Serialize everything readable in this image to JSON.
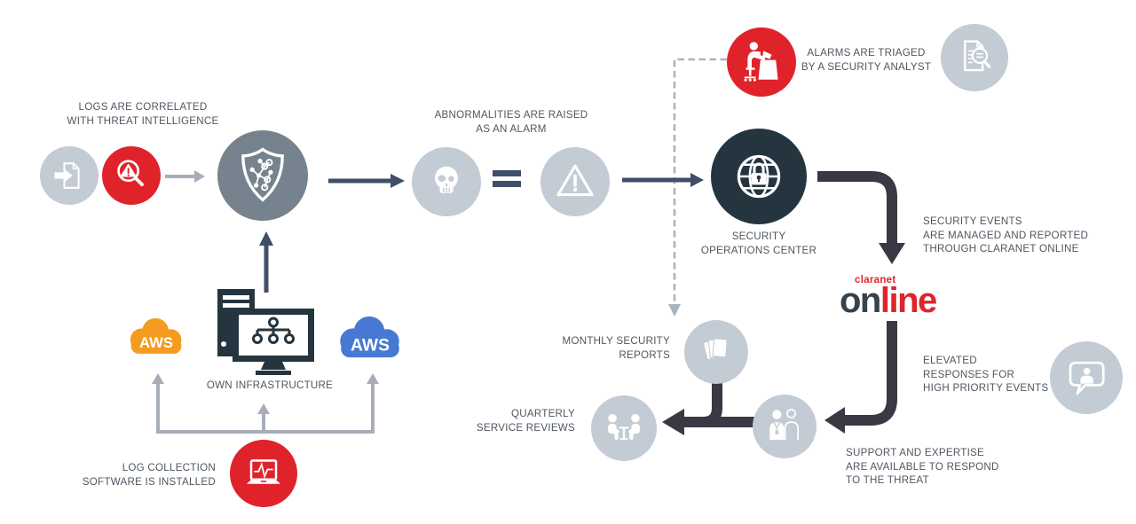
{
  "title": "Security Operations Center workflow diagram",
  "colors": {
    "background": "#ffffff",
    "circle_light": "#c3ccd4",
    "circle_slate": "#76838f",
    "circle_dark": "#253540",
    "accent_red": "#e0232b",
    "arrow_navy": "#3f4f68",
    "arrow_gray": "#a8aeb8",
    "arrow_charcoal": "#3b3743",
    "dashed_line": "#aab4bd",
    "text": "#4e5760",
    "logo_dark": "#36424c",
    "aws_orange": "#f49b20",
    "aws_blue": "#4879d2"
  },
  "labels": {
    "logs_correlated": "LOGS ARE CORRELATED\nWITH THREAT INTELLIGENCE",
    "abnormalities": "ABNORMALITIES ARE RAISED\nAS AN ALARM",
    "alarms_triaged": "ALARMS ARE TRIAGED\nBY A SECURITY ANALYST",
    "soc": "SECURITY\nOPERATIONS CENTER",
    "security_events": "SECURITY EVENTS\nARE MANAGED AND REPORTED\nTHROUGH CLARANET ONLINE",
    "elevated": "ELEVATED\nRESPONSES FOR\nHIGH PRIORITY EVENTS",
    "support": "SUPPORT AND EXPERTISE\nARE AVAILABLE TO RESPOND\nTO THE THREAT",
    "monthly": "MONTHLY SECURITY\nREPORTS",
    "quarterly": "QUARTERLY\nSERVICE REVIEWS",
    "own_infrastructure": "OWN INFRASTRUCTURE",
    "log_collection": "LOG COLLECTION\nSOFTWARE IS INSTALLED",
    "aws": "AWS"
  },
  "logo": {
    "brand": "claranet",
    "product_prefix": "on",
    "product_suffix": "line"
  },
  "icons": {
    "log_document": "document-import-icon",
    "threat_intel": "magnifier-alert-icon",
    "correlation_engine": "shield-network-icon",
    "threat": "skull-icon",
    "alarm": "warning-triangle-icon",
    "soc": "globe-lock-icon",
    "analyst": "analyst-desk-icon",
    "triage_report": "document-magnifier-icon",
    "monthly_reports": "stacked-documents-icon",
    "service_review": "meeting-table-icon",
    "support_team": "support-people-icon",
    "escalation": "speech-bubble-person-icon",
    "infrastructure": "computer-monitor-icon",
    "cloud": "aws-cloud-icon",
    "log_collector": "laptop-pulse-icon"
  }
}
